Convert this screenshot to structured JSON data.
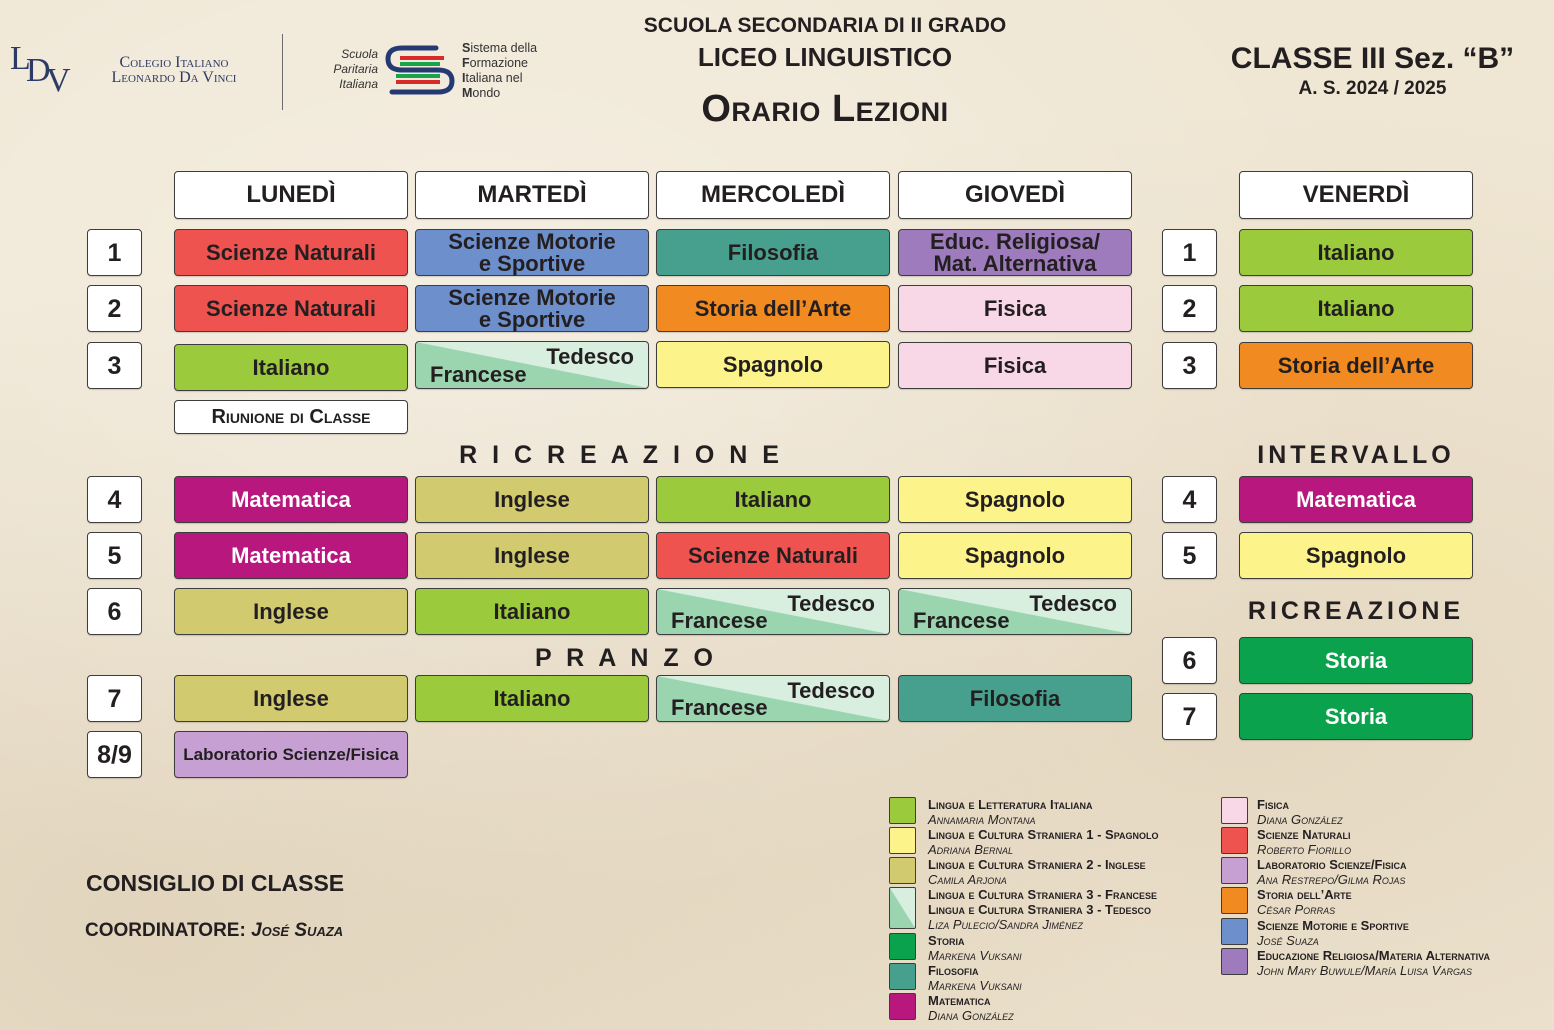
{
  "header": {
    "logo_ldv_letters": [
      "L",
      "D",
      "V"
    ],
    "logo_ldv_name": [
      "Colegio Italiano",
      "Leonardo Da Vinci"
    ],
    "logo_spi_left": [
      "Scuola",
      "Paritaria",
      "Italiana"
    ],
    "logo_spi_right": [
      {
        "first": "S",
        "rest": "istema della"
      },
      {
        "first": "F",
        "rest": "ormazione"
      },
      {
        "first": "I",
        "rest": "taliana nel"
      },
      {
        "first": "M",
        "rest": "ondo"
      }
    ],
    "school_line1": "SCUOLA SECONDARIA DI II GRADO",
    "school_line2": "LICEO LINGUISTICO",
    "school_line3": "Orario Lezioni",
    "classe": "CLASSE  III Sez. “B”",
    "anno": "A. S.  2024 / 2025"
  },
  "days": [
    "LUNEDÌ",
    "MARTEDÌ",
    "MERCOLEDÌ",
    "GIOVEDÌ",
    "VENERDÌ"
  ],
  "period_numbers_left": [
    "1",
    "2",
    "3",
    "4",
    "5",
    "6",
    "7",
    "8/9"
  ],
  "period_numbers_right": [
    "1",
    "2",
    "3",
    "4",
    "5",
    "6",
    "7"
  ],
  "bands": {
    "ricreazione_main": "R I C R E A Z I O N E",
    "pranzo": "P R A N Z O",
    "intervallo": "INTERVALLO",
    "ricreazione_fri": "RICREAZIONE"
  },
  "colors": {
    "italiano": "#9bcb3c",
    "spagnolo": "#fcf38a",
    "inglese": "#d2ca6f",
    "francese": "#9ad5b0",
    "tedesco": "#d8efe0",
    "storia": "#0aa24c",
    "filosofia": "#47a08d",
    "matematica": "#b8187d",
    "fisica": "#f8d7e6",
    "scienze_naturali": "#ef5350",
    "laboratorio": "#c69fd3",
    "storia_arte": "#f18a20",
    "scienze_motorie": "#6d8fcc",
    "religione": "#9d7bbd",
    "riunione": "#ffffff"
  },
  "schedule": {
    "mon": [
      {
        "label": "Scienze Naturali",
        "color": "scienze_naturali"
      },
      {
        "label": "Scienze Naturali",
        "color": "scienze_naturali"
      },
      {
        "label": "Italiano",
        "color": "italiano"
      },
      {
        "label": "Riunione di Classe",
        "color": "riunione"
      },
      {
        "label": "Matematica",
        "color": "matematica"
      },
      {
        "label": "Matematica",
        "color": "matematica"
      },
      {
        "label": "Inglese",
        "color": "inglese"
      },
      {
        "label": "Inglese",
        "color": "inglese"
      },
      {
        "label": "Laboratorio Scienze/Fisica",
        "color": "laboratorio"
      }
    ],
    "tue": [
      {
        "label": "Scienze Motorie e Sportive",
        "color": "scienze_motorie"
      },
      {
        "label": "Scienze Motorie e Sportive",
        "color": "scienze_motorie"
      },
      {
        "label_a": "Tedesco",
        "label_b": "Francese",
        "color": "split"
      },
      {
        "label": "Inglese",
        "color": "inglese"
      },
      {
        "label": "Inglese",
        "color": "inglese"
      },
      {
        "label": "Italiano",
        "color": "italiano"
      },
      {
        "label": "Italiano",
        "color": "italiano"
      }
    ],
    "wed": [
      {
        "label": "Filosofia",
        "color": "filosofia"
      },
      {
        "label": "Storia dell’Arte",
        "color": "storia_arte"
      },
      {
        "label": "Spagnolo",
        "color": "spagnolo"
      },
      {
        "label": "Italiano",
        "color": "italiano"
      },
      {
        "label": "Scienze Naturali",
        "color": "scienze_naturali"
      },
      {
        "label_a": "Tedesco",
        "label_b": "Francese",
        "color": "split"
      },
      {
        "label_a": "Tedesco",
        "label_b": "Francese",
        "color": "split"
      }
    ],
    "thu": [
      {
        "label": "Educ. Religiosa/ Mat. Alternativa",
        "color": "religione"
      },
      {
        "label": "Fisica",
        "color": "fisica"
      },
      {
        "label": "Fisica",
        "color": "fisica"
      },
      {
        "label": "Spagnolo",
        "color": "spagnolo"
      },
      {
        "label": "Spagnolo",
        "color": "spagnolo"
      },
      {
        "label_a": "Tedesco",
        "label_b": "Francese",
        "color": "split"
      },
      {
        "label": "Filosofia",
        "color": "filosofia"
      }
    ],
    "fri": [
      {
        "label": "Italiano",
        "color": "italiano"
      },
      {
        "label": "Italiano",
        "color": "italiano"
      },
      {
        "label": "Storia dell’Arte",
        "color": "storia_arte"
      },
      {
        "label": "Matematica",
        "color": "matematica"
      },
      {
        "label": "Spagnolo",
        "color": "spagnolo"
      },
      {
        "label": "Storia",
        "color": "storia"
      },
      {
        "label": "Storia",
        "color": "storia"
      }
    ]
  },
  "legend": [
    {
      "color": "italiano",
      "title": "Lingua e Letteratura Italiana",
      "teacher": "Annamaria Montana"
    },
    {
      "color": "spagnolo",
      "title": "Lingua e Cultura Straniera 1 - Spagnolo",
      "teacher": "Adriana Bernal"
    },
    {
      "color": "inglese",
      "title": "Lingua e Cultura Straniera 2 - Inglese",
      "teacher": "Camila Arjona"
    },
    {
      "color": "split",
      "title": "Lingua e Cultura Straniera 3 - Francese",
      "title2": "Lingua e Cultura Straniera 3 - Tedesco",
      "teacher": "Liza Pulecio/Sandra Jiménez"
    },
    {
      "color": "storia",
      "title": "Storia",
      "teacher": "Markena Vuksani"
    },
    {
      "color": "filosofia",
      "title": "Filosofia",
      "teacher": "Markena Vuksani"
    },
    {
      "color": "matematica",
      "title": "Matematica",
      "teacher": "Diana González"
    },
    {
      "color": "fisica",
      "title": "Fisica",
      "teacher": "Diana González"
    },
    {
      "color": "scienze_naturali",
      "title": "Scienze Naturali",
      "teacher": "Roberto Fiorillo"
    },
    {
      "color": "laboratorio",
      "title": "Laboratorio Scienze/Fisica",
      "teacher": "Ana Restrepo/Gilma Rojas"
    },
    {
      "color": "storia_arte",
      "title": "Storia dell’Arte",
      "teacher": "César Porras"
    },
    {
      "color": "scienze_motorie",
      "title": "Scienze Motorie e Sportive",
      "teacher": "José Suaza"
    },
    {
      "color": "religione",
      "title": "Educazione Religiosa/Materia Alternativa",
      "teacher": "John Mary Buwule/María Luisa Vargas"
    }
  ],
  "footer": {
    "consiglio": "CONSIGLIO DI CLASSE",
    "coordinatore_label": "COORDINATORE:",
    "coordinatore_name": "José Suaza"
  }
}
